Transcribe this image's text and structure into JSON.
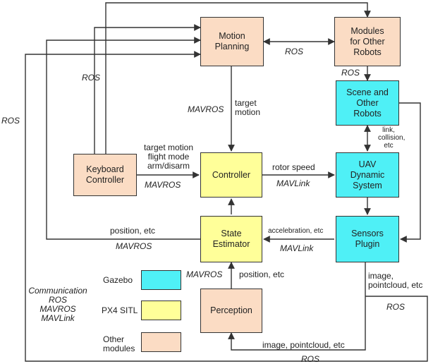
{
  "nodes": {
    "motion_planning": "Motion\nPlanning",
    "modules_other_robots": "Modules\nfor Other\nRobots",
    "scene_other_robots": "Scene and\nOther\nRobots",
    "keyboard_controller": "Keyboard\nController",
    "controller": "Controller",
    "uav_dynamic_system": "UAV\nDynamic\nSystem",
    "state_estimator": "State\nEstimator",
    "sensors_plugin": "Sensors\nPlugin",
    "perception": "Perception"
  },
  "edge_labels": {
    "ros_top": "ROS",
    "ros_modules_scene": "ROS",
    "ros_left_inner": "ROS",
    "ros_left_outer": "ROS",
    "mavros_planning": "MAVROS",
    "target_motion_planning": "target\nmotion",
    "keyboard_cmd": "target motion\nflight mode\narm/disarm",
    "mavros_keyboard": "MAVROS",
    "rotor_speed": "rotor speed",
    "mavlink_rotor": "MAVLink",
    "link_collision": "link,\ncollision,\netc",
    "position_etc_left": "position, etc",
    "mavros_position": "MAVROS",
    "acceleration": "accelebration, etc",
    "mavlink_accel": "MAVLink",
    "mavros_perception": "MAVROS",
    "position_etc_perception": "position, etc",
    "image_pointcloud_sensors": "image,\npointcloud, etc",
    "ros_sensors": "ROS",
    "image_pointcloud_bottom": "image, pointcloud, etc",
    "ros_bottom": "ROS"
  },
  "legend": {
    "gazebo": "Gazebo",
    "px4_sitl": "PX4 SITL",
    "other_modules": "Other\nmodules",
    "communication": "Communication\nROS\nMAVROS\nMAVLink"
  },
  "colors": {
    "orange": "#fbdcc4",
    "yellow": "#ffff99",
    "cyan": "#4ff0f6",
    "line": "#333333"
  }
}
